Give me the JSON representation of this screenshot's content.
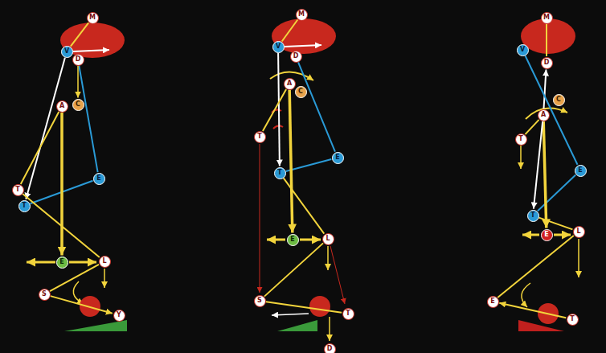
{
  "diagram": {
    "nodes": [
      {
        "text": [
          "M"
        ]
      },
      {
        "text": [
          "V"
        ]
      },
      {
        "text": [
          "D"
        ]
      },
      {
        "text": [
          "C"
        ]
      },
      {
        "text": [
          "A"
        ]
      },
      {
        "text": [
          "T"
        ]
      },
      {
        "text": [
          "T"
        ]
      },
      {
        "text": [
          "E"
        ]
      },
      {
        "text": [
          "E"
        ]
      },
      {
        "text": [
          "L"
        ]
      },
      {
        "text": [
          "S"
        ]
      },
      {
        "text": [
          "Y"
        ]
      },
      {
        "text": [
          "M"
        ]
      },
      {
        "text": [
          "V"
        ]
      },
      {
        "text": [
          "D"
        ]
      },
      {
        "text": [
          "A"
        ]
      },
      {
        "text": [
          "C"
        ]
      },
      {
        "text": [
          "T"
        ]
      },
      {
        "text": [
          "E"
        ]
      },
      {
        "text": [
          "T"
        ]
      },
      {
        "text": [
          "E"
        ]
      },
      {
        "text": [
          "L"
        ]
      },
      {
        "text": [
          "S"
        ]
      },
      {
        "text": [
          "T"
        ]
      },
      {
        "text": [
          "D"
        ]
      },
      {
        "text": [
          "M"
        ]
      },
      {
        "text": [
          "V"
        ]
      },
      {
        "text": [
          "D"
        ]
      },
      {
        "text": [
          "C"
        ]
      },
      {
        "text": [
          "A"
        ]
      },
      {
        "text": [
          "T"
        ]
      },
      {
        "text": [
          "E"
        ]
      },
      {
        "text": [
          "T"
        ]
      },
      {
        "text": [
          "E"
        ]
      },
      {
        "text": [
          "L"
        ]
      },
      {
        "text": [
          "E"
        ]
      },
      {
        "text": [
          "T"
        ]
      }
    ],
    "edges": [
      {
        "from": 0,
        "to": 1,
        "arrow": "none"
      },
      {
        "from": 1,
        "to": 6,
        "arrow": "to"
      },
      {
        "from": 2,
        "to": 7,
        "arrow": "none"
      },
      {
        "from": 6,
        "to": 7,
        "arrow": "none"
      },
      {
        "from": 2,
        "to": 3,
        "arrow": "to"
      },
      {
        "from": 4,
        "to": 5,
        "arrow": "none"
      },
      {
        "from": 4,
        "to": 8,
        "arrow": "to"
      },
      {
        "from": 5,
        "to": 9,
        "arrow": "none"
      },
      {
        "from": 9,
        "to": 10,
        "arrow": "none"
      },
      {
        "from": 10,
        "to": 11,
        "arrow": "to"
      },
      {
        "from": 12,
        "to": 13,
        "arrow": "none"
      },
      {
        "from": 13,
        "to": 19,
        "arrow": "to"
      },
      {
        "from": 14,
        "to": 18,
        "arrow": "none"
      },
      {
        "from": 19,
        "to": 18,
        "arrow": "none"
      },
      {
        "from": 15,
        "to": 17,
        "arrow": "none"
      },
      {
        "from": 15,
        "to": 20,
        "arrow": "to"
      },
      {
        "from": 19,
        "to": 21,
        "arrow": "none"
      },
      {
        "from": 21,
        "to": 22,
        "arrow": "none"
      },
      {
        "from": 22,
        "to": 23,
        "arrow": "none"
      },
      {
        "from": 25,
        "to": 27,
        "arrow": "none"
      },
      {
        "from": 29,
        "to": 27,
        "arrow": "to"
      },
      {
        "from": 26,
        "to": 31,
        "arrow": "none"
      },
      {
        "from": 32,
        "to": 31,
        "arrow": "none"
      },
      {
        "from": 29,
        "to": 30,
        "arrow": "none"
      },
      {
        "from": 29,
        "to": 33,
        "arrow": "to"
      },
      {
        "from": 29,
        "to": 32,
        "arrow": "to"
      },
      {
        "from": 32,
        "to": 34,
        "arrow": "none"
      },
      {
        "from": 34,
        "to": 35,
        "arrow": "none"
      },
      {
        "from": 36,
        "to": 35,
        "arrow": "to"
      }
    ]
  }
}
